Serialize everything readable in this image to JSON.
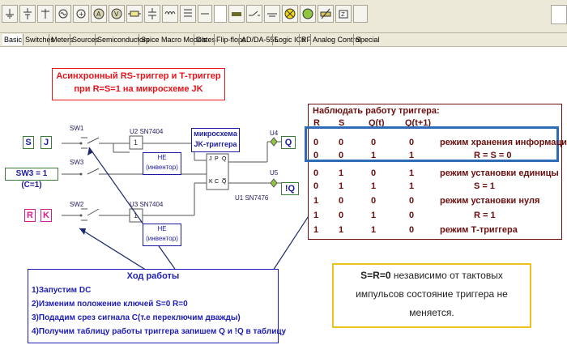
{
  "tabs": [
    "Basic",
    "Switches",
    "Meters",
    "Sources",
    "Semiconductors",
    "Spice Macro Models",
    "Gates",
    "Flip-flops",
    "AD/DA-555",
    "Logic ICs",
    "RF",
    "Analog Control",
    "Special"
  ],
  "title": {
    "line1": "Асинхронный RS-триггер и Т-триггер",
    "line2": "при R=S=1 на микросхеме JK"
  },
  "circuit": {
    "sw1": "SW1",
    "sw2": "SW2",
    "sw3": "SW3",
    "u2": "U2 SN7404",
    "u3": "U3 SN7404",
    "u1": "U1 SN7476",
    "u4": "U4",
    "u5": "U5",
    "inv_label": "НЕ",
    "inv_sub": "(инвентор)",
    "inv_label2": "НЕ",
    "inv_sub2": "(инвентор)",
    "inv_one": "1",
    "inv_one2": "1",
    "chip_title1": "микросхема",
    "chip_title2": "JK-триггера",
    "ff_pins": {
      "j": "J",
      "k": "K",
      "p": "P",
      "q": "Q",
      "c": "C",
      "nq": "Q̅"
    },
    "label_S": "S",
    "label_J": "J",
    "label_R": "R",
    "label_K": "K",
    "label_sw3": "SW3 = 1 (C=1)",
    "label_Q": "Q",
    "label_nQ": "!Q"
  },
  "table": {
    "title": "Наблюдать работу триггера:",
    "headers": [
      "R",
      "S",
      "Q(t)",
      "Q(t+1)"
    ],
    "rows": [
      {
        "r": "0",
        "s": "0",
        "qt": "0",
        "qt1": "0",
        "note": "режим хранения информации"
      },
      {
        "r": "0",
        "s": "0",
        "qt": "1",
        "qt1": "1",
        "note": "R = S = 0"
      },
      {
        "r": "0",
        "s": "1",
        "qt": "0",
        "qt1": "1",
        "note": "режим установки единицы"
      },
      {
        "r": "0",
        "s": "1",
        "qt": "1",
        "qt1": "1",
        "note": "S = 1"
      },
      {
        "r": "1",
        "s": "0",
        "qt": "0",
        "qt1": "0",
        "note": "режим установки нуля"
      },
      {
        "r": "1",
        "s": "0",
        "qt": "1",
        "qt1": "0",
        "note": "R = 1"
      },
      {
        "r": "1",
        "s": "1",
        "qt": "1",
        "qt1": "0",
        "note": "режим  Т-триггера"
      }
    ]
  },
  "steps": {
    "title": "Ход работы",
    "items": [
      "1)Запустим DC",
      "2)Изменим положение ключей S=0 R=0",
      "3)Подадим срез сигнала С(т.е переключим дважды)",
      "4)Получим  таблицу работы триггера запишем Q и !Q в таблицу"
    ]
  },
  "note": {
    "bold": "S=R=0",
    "rest1": " независимо от тактовых",
    "line2": "импульсов состояние триггера не",
    "line3": "меняется."
  },
  "colors": {
    "toolbar": "#ece9d8",
    "title_red": "#e8141b",
    "table_dark_red": "#6b0d0d",
    "highlight_blue": "#2e6db5",
    "steps_blue": "#1d1db5",
    "note_border": "#f0c020",
    "wire": "#555555",
    "arrow": "#1a2a6a"
  }
}
